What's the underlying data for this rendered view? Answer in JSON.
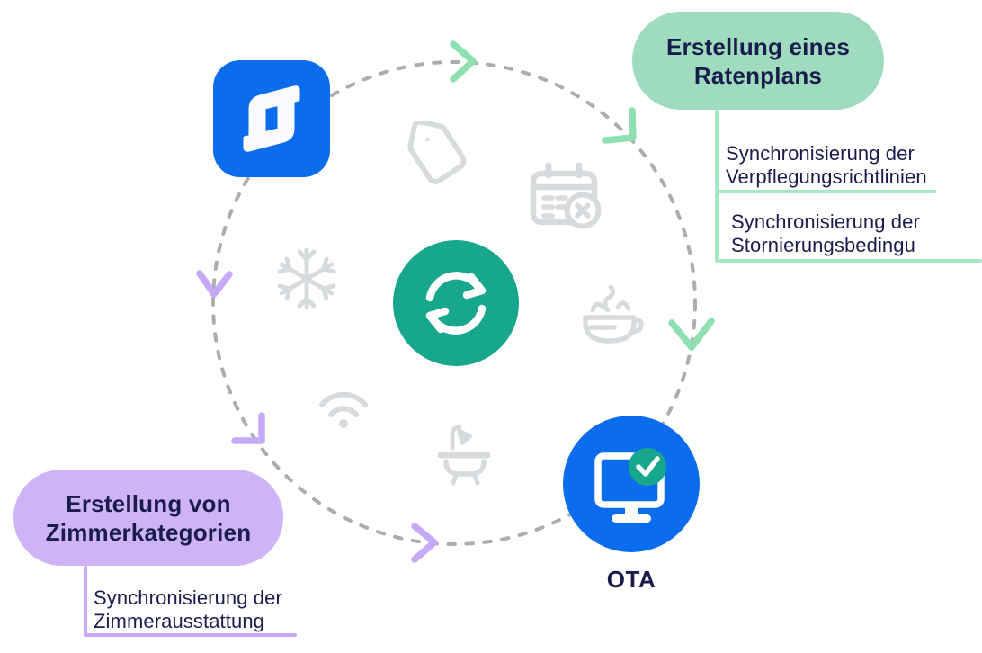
{
  "diagram": {
    "ota_label": "OTA",
    "callouts": {
      "rate_plan": {
        "title": "Erstellung eines Ratenplans",
        "items": [
          "Synchronisierung der Verpflegungsrichtlinien",
          "Synchronisierung der Stornierungsbedingu"
        ]
      },
      "room_categories": {
        "title": "Erstellung von Zimmerkategorien",
        "items": [
          "Synchronisierung der Zimmerausstattung"
        ]
      }
    },
    "icons": {
      "center": "sync-arrows-icon",
      "top_left": "pms-app-logo",
      "bottom_right": "monitor-check-icon",
      "ring_items": [
        "tag-icon",
        "calendar-cancelled-icon",
        "coffee-cup-icon",
        "bathtub-icon",
        "wifi-icon",
        "snowflake-icon"
      ],
      "flow_arrows": [
        "chevron-green-top",
        "chevron-green-top-right",
        "chevron-green-right",
        "chevron-purple-left",
        "chevron-purple-bottom-left",
        "chevron-purple-bottom"
      ]
    },
    "colors": {
      "brand_blue": "#0B6CEE",
      "sync_teal": "#16A78C",
      "pill_green": "#9EDCBD",
      "line_green": "#A6E7C5",
      "chevron_green": "#8EE0B0",
      "pill_purple": "#CEB4F7",
      "line_purple": "#C6A9F8",
      "text_navy": "#1B1C4E",
      "icon_gray": "#D8DBDE",
      "dash_gray": "#ADADAD"
    }
  }
}
